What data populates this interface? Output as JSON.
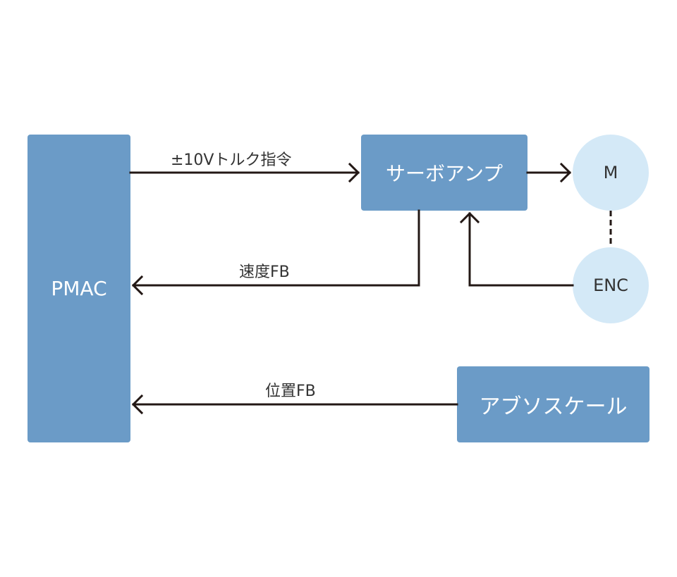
{
  "nodes": {
    "pmac": "PMAC",
    "servo_amp": "サーボアンプ",
    "motor": "M",
    "encoder": "ENC",
    "absolute_scale": "アブソスケール"
  },
  "edges": {
    "torque_command": "±10Vトルク指令",
    "speed_fb": "速度FB",
    "position_fb": "位置FB"
  },
  "colors": {
    "block": "#6b9bc7",
    "circle": "#d4e9f7",
    "line": "#231815"
  }
}
